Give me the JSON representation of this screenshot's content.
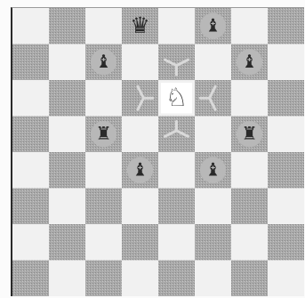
{
  "board": {
    "files": 8,
    "ranks": 8,
    "light_color": "#f1f1f1",
    "dark_color": "#a9a9a9",
    "piece_disc_color": "#b8b8b8",
    "piece_color": "#2a2a2a",
    "marker_color": "#d9d9d9"
  },
  "pieces": [
    {
      "name": "queen",
      "color": "black",
      "square": "d8",
      "glyph": "♛",
      "icon": "queen-icon"
    },
    {
      "name": "bishop",
      "color": "black",
      "square": "f8",
      "glyph": "♝",
      "icon": "bishop-icon"
    },
    {
      "name": "bishop",
      "color": "black",
      "square": "c7",
      "glyph": "♝",
      "icon": "bishop-icon"
    },
    {
      "name": "bishop",
      "color": "black",
      "square": "g7",
      "glyph": "♝",
      "icon": "bishop-icon"
    },
    {
      "name": "knight",
      "color": "white",
      "square": "e6",
      "glyph": "♘",
      "icon": "knight-icon"
    },
    {
      "name": "rook",
      "color": "black",
      "square": "c5",
      "glyph": "♜",
      "icon": "rook-icon"
    },
    {
      "name": "rook",
      "color": "black",
      "square": "g5",
      "glyph": "♜",
      "icon": "rook-icon"
    },
    {
      "name": "bishop",
      "color": "black",
      "square": "d4",
      "glyph": "♝",
      "icon": "bishop-icon"
    },
    {
      "name": "bishop",
      "color": "black",
      "square": "f4",
      "glyph": "♝",
      "icon": "bishop-icon"
    }
  ],
  "knight_move_markers": [
    "e7",
    "d6",
    "f6",
    "e5"
  ]
}
